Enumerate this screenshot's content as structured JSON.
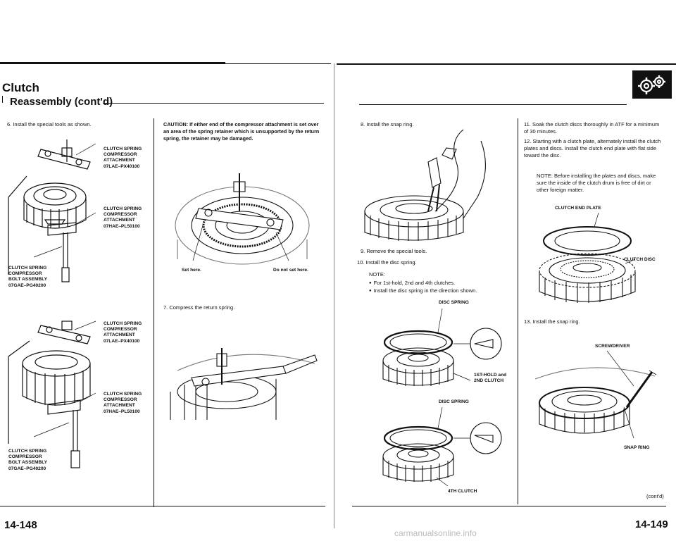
{
  "left_page": {
    "title": "Clutch",
    "subtitle": "Reassembly (cont'd)",
    "page_number": "14-148",
    "step6": "6.  Install the special tools as shown.",
    "top_labels": {
      "a1": "CLUTCH SPRING",
      "a2": "COMPRESSOR",
      "a3": "ATTACHMENT",
      "a4": "07LAE–PX40100",
      "b1": "CLUTCH SPRING",
      "b2": "COMPRESSOR",
      "b3": "ATTACHMENT",
      "b4": "07HAE–PL50100",
      "c1": "CLUTCH SPRING",
      "c2": "COMPRESSOR",
      "c3": "BOLT ASSEMBLY",
      "c4": "07GAE–PG40200"
    },
    "bottom_labels": {
      "a1": "CLUTCH SPRING",
      "a2": "COMPRESSOR",
      "a3": "ATTACHMENT",
      "a4": "07LAE–PX40100",
      "b1": "CLUTCH SPRING",
      "b2": "COMPRESSOR",
      "b3": "ATTACHMENT",
      "b4": "07HAE–PL50100",
      "c1": "CLUTCH SPRING",
      "c2": "COMPRESSOR",
      "c3": "BOLT ASSEMBLY",
      "c4": "07GAE–PG40200"
    },
    "caution": "CAUTION: If either end of the compressor attachment is set over an area of the spring retainer which is unsupported by the return spring, the retainer may be damaged.",
    "set_here": "Set here.",
    "do_not_set_here": "Do not set here.",
    "step7": "7.  Compress the return spring."
  },
  "right_page": {
    "page_number": "14-149",
    "step8": "8.  Install the snap ring.",
    "step9": "9.  Remove the special tools.",
    "step10": "10.  Install the disc spring.",
    "note_label": "NOTE:",
    "note_items": [
      "For 1st-hold, 2nd and 4th clutches.",
      "Install the disc spring in the direction shown."
    ],
    "disc_spring_1": "DISC SPRING",
    "clutch_1st_a": "1ST-HOLD and",
    "clutch_1st_b": "2ND CLUTCH",
    "disc_spring_2": "DISC SPRING",
    "clutch_4th": "4TH CLUTCH",
    "step11": "11.  Soak the clutch discs thoroughly in ATF for a minimum of 30 minutes.",
    "step12": "12.  Starting with a clutch plate, alternately install the clutch plates and discs. Install the clutch end plate with flat side toward the disc.",
    "note12": "NOTE:  Before installing the plates and discs, make sure the inside of the clutch drum is free of dirt or other foreign matter.",
    "clutch_end_plate": "CLUTCH END PLATE",
    "clutch_disc": "CLUTCH DISC",
    "step13": "13.  Install the snap ring.",
    "screwdriver": "SCREWDRIVER",
    "snap_ring": "SNAP RING",
    "contd": "(cont'd)"
  },
  "icons": {
    "section_logo": "gears-icon"
  },
  "watermark": "carmanualsonline.info"
}
